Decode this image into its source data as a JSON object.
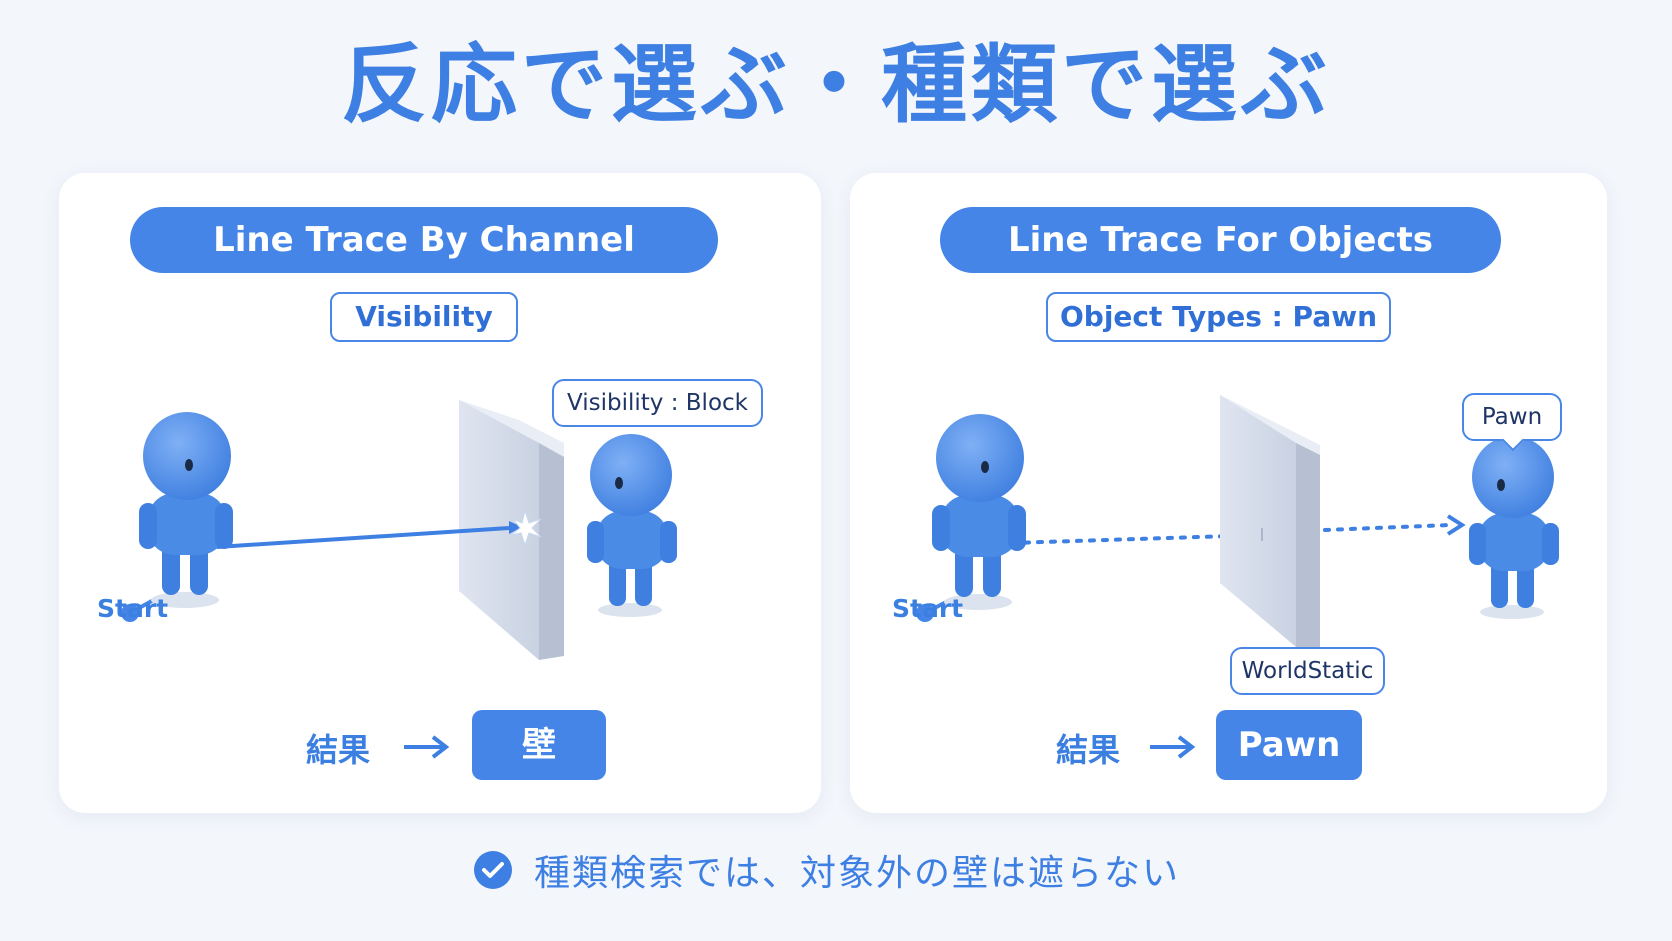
{
  "title": "反応で選ぶ・種類で選ぶ",
  "left_panel": {
    "header": "Line Trace By Channel",
    "channel_tag": "Visibility",
    "callout": "Visibility : Block",
    "start_label": "Start",
    "result_label": "結果",
    "result_value": "壁"
  },
  "right_panel": {
    "header": "Line Trace For Objects",
    "type_tag": "Object Types : Pawn",
    "target_callout": "Pawn",
    "wall_callout": "WorldStatic",
    "start_label": "Start",
    "result_label": "結果",
    "result_value": "Pawn"
  },
  "footer": {
    "text": "種類検索では、対象外の壁は遮らない",
    "icon": "check-circle-icon"
  },
  "colors": {
    "accent": "#4585e8",
    "figure": "#4a8be6",
    "wall": "#d5dcea",
    "background": "#f3f6fb"
  }
}
